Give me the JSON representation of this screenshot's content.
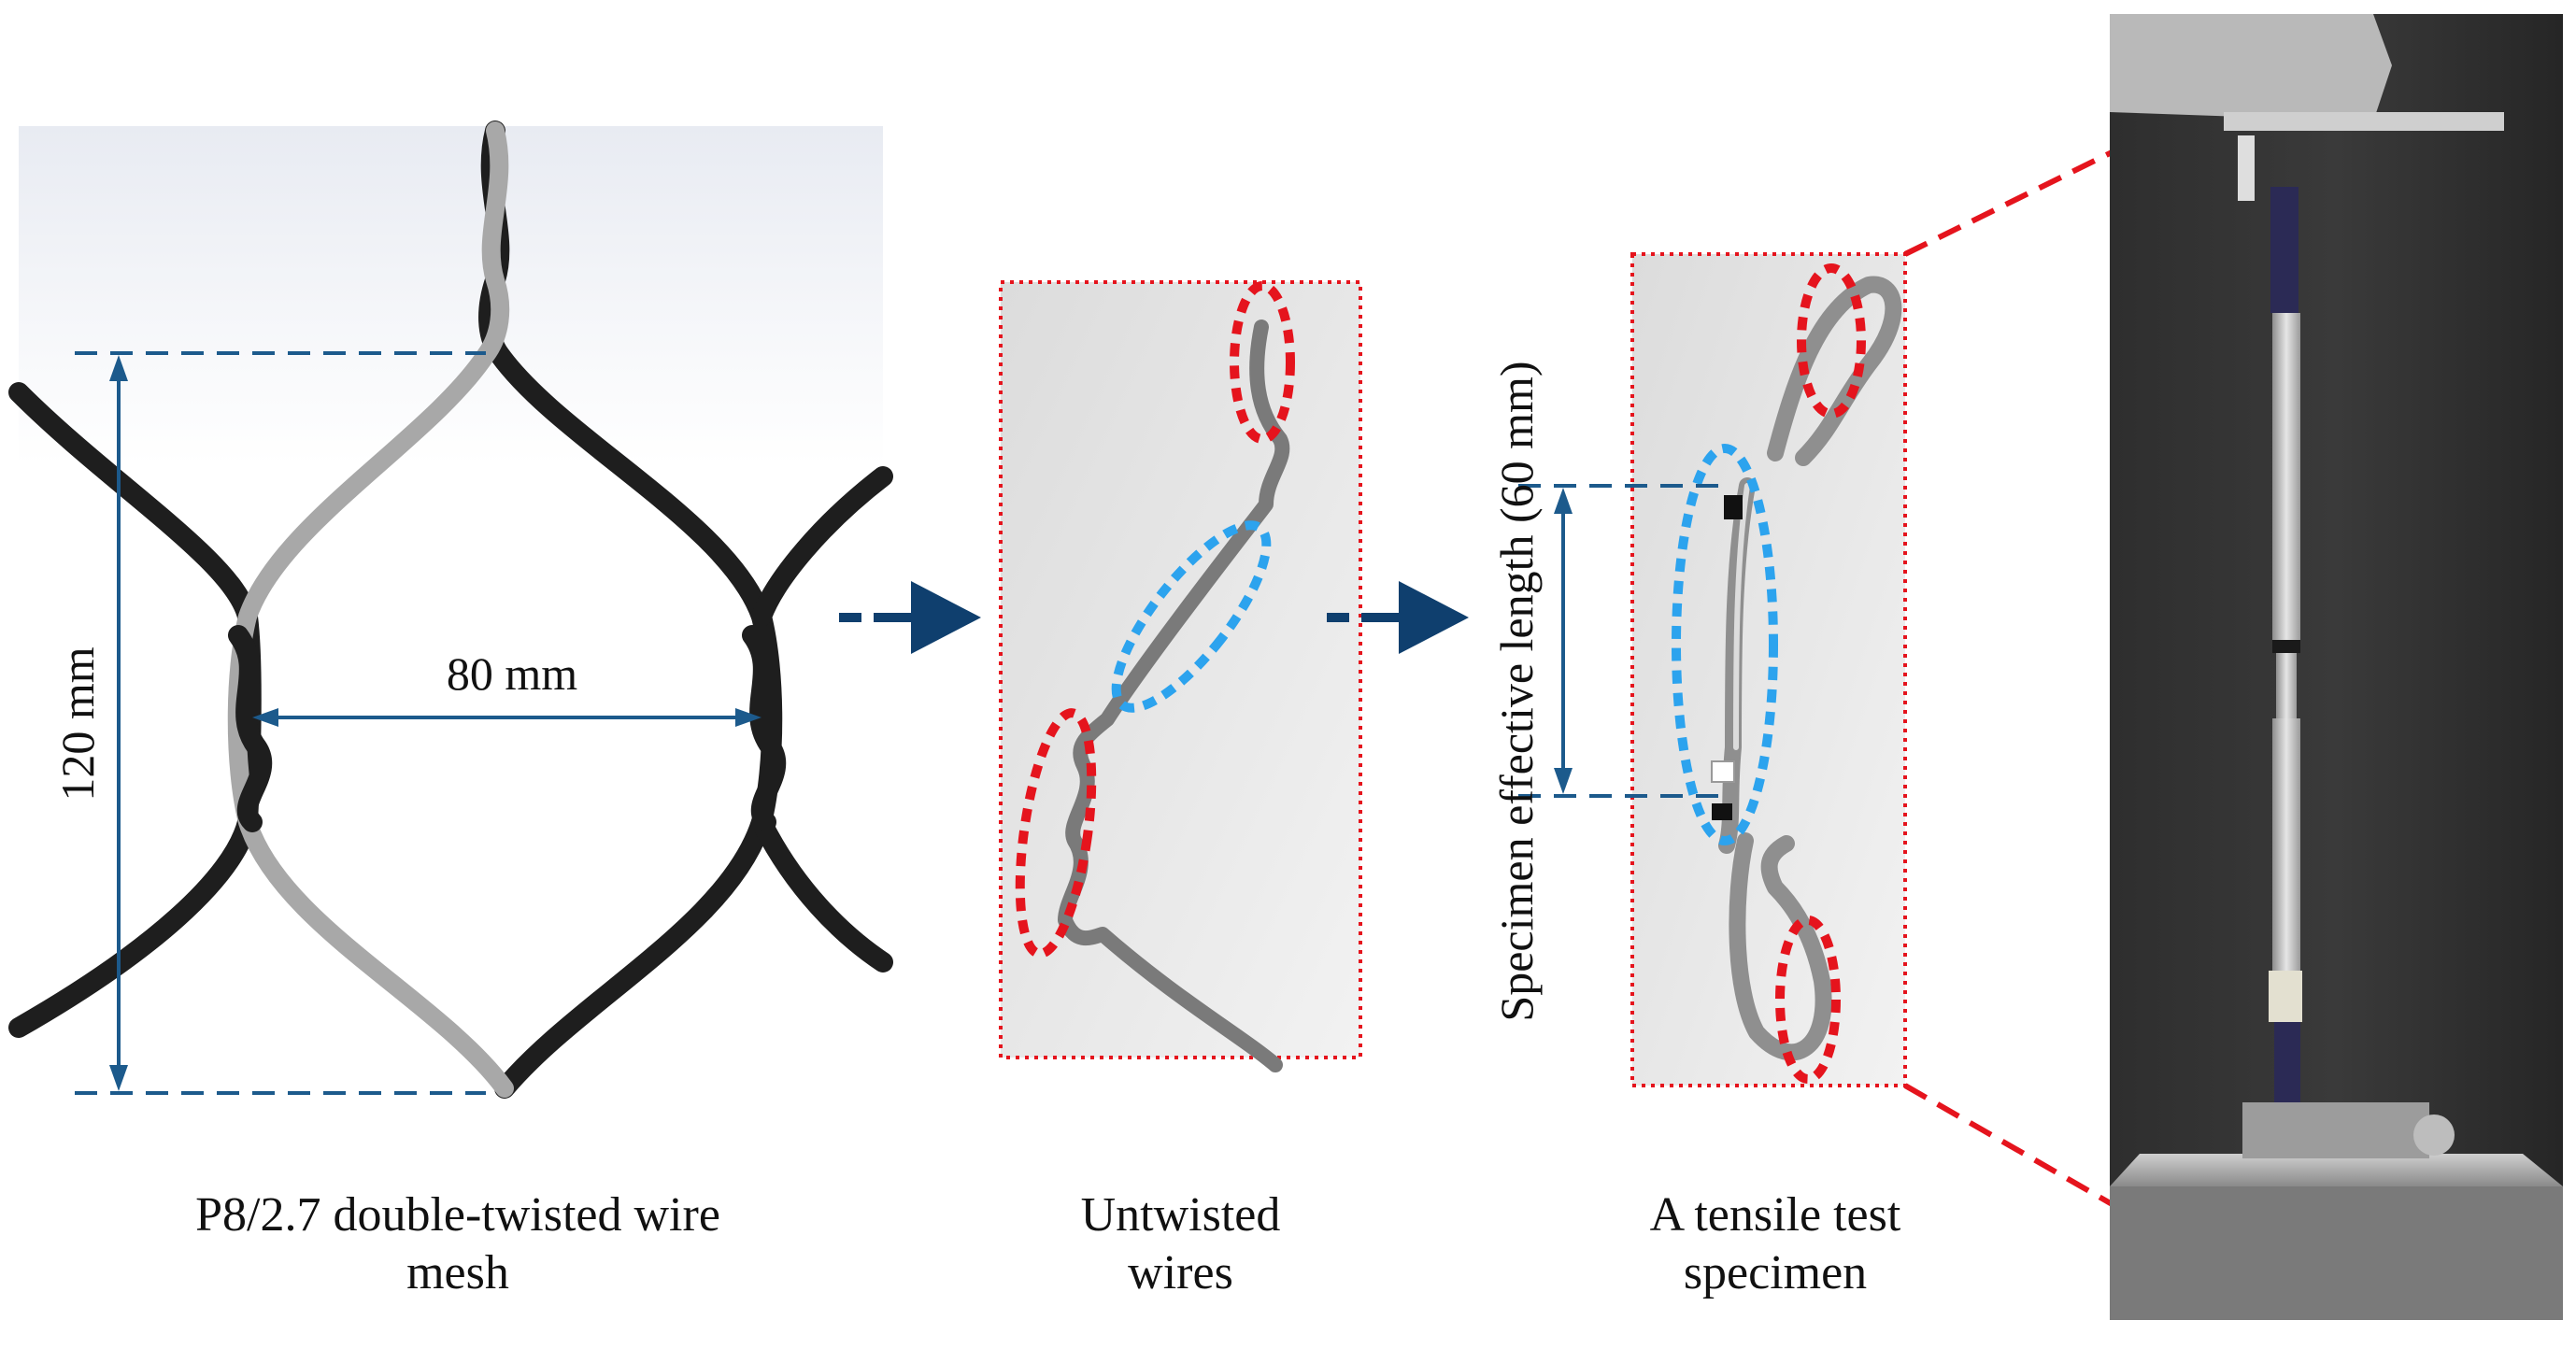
{
  "colors": {
    "dimension_line": "#1c5a8c",
    "arrow": "#0f3f6e",
    "highlight_red": "#e5141d",
    "highlight_blue": "#2ca3ee",
    "mesh_dark": "#222222",
    "mesh_light": "#9a9a9a"
  },
  "panels": {
    "mesh": {
      "height_label": "120 mm",
      "width_label": "80 mm",
      "caption_line1": "P8/2.7 double-twisted wire",
      "caption_line2": "mesh"
    },
    "untwisted": {
      "caption_line1": "Untwisted",
      "caption_line2": "wires"
    },
    "specimen": {
      "length_label": "Specimen effective length (60 mm)",
      "caption_line1": "A tensile test",
      "caption_line2": "specimen"
    }
  }
}
